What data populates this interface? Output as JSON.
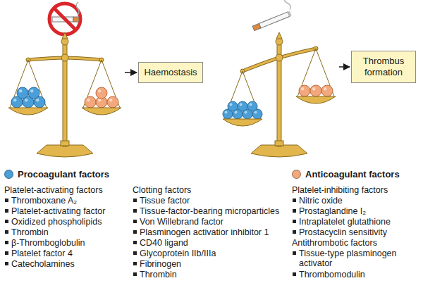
{
  "diagram": {
    "nodes": [
      {
        "text": [
          "Haemostasis"
        ]
      },
      {
        "text": [
          "Thrombus formation"
        ]
      }
    ],
    "labels": [
      "Platelet-activating factors",
      "Thromboxane A₂",
      "Platelet-activating factor",
      "Oxidized phospholipids",
      "Thrombin",
      "β-Thromboglobulin",
      "Platelet factor 4",
      "Catecholamines",
      "Clotting factors",
      "Tissue factor",
      "Tissue-factor-bearing microparticles",
      "Von Willebrand factor",
      "Plasminogen activatior inhibitor 1",
      "CD40 ligand",
      "Glycoprotein IIb/IIIa",
      "Fibrinogen",
      "Thrombin",
      "Platelet-inhibiting factors",
      "Nitric oxide",
      "Prostaglandine I₂",
      "Intraplatelet glutathione",
      "Prostacyclin sensitivity",
      "Antithrombotic factors",
      "Tissue-type plasminogen activator",
      "Thrombomodulin"
    ],
    "legend": [
      {
        "text": "Procoagulant factors",
        "color": "#4a9fd8"
      },
      {
        "text": "Anticoagulant factors",
        "color": "#f2a77c"
      }
    ]
  }
}
